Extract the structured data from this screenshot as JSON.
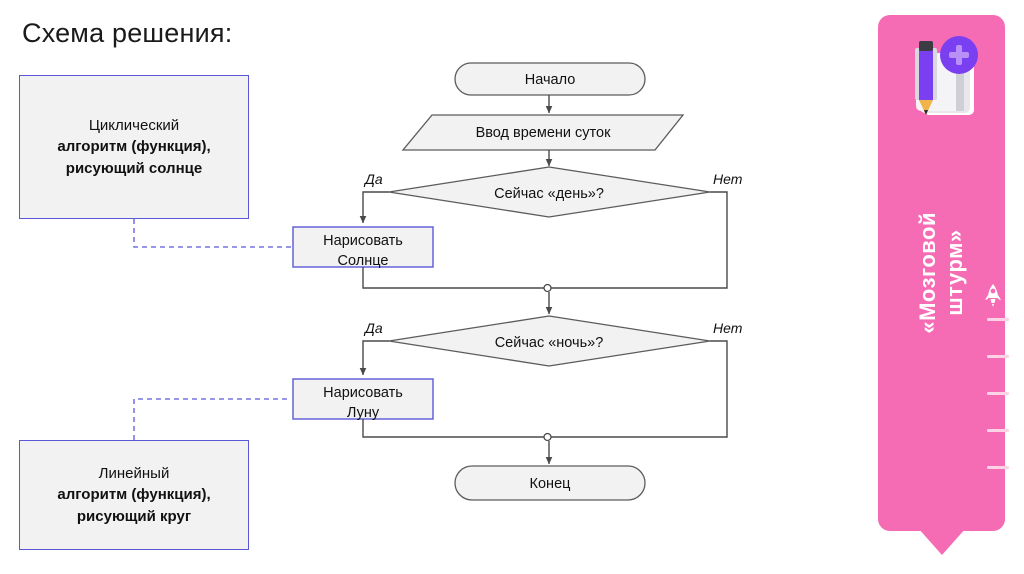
{
  "page_title": "Схема решения:",
  "colors": {
    "panel_pink": "#f56bb4",
    "accent_purple": "#5a58d6",
    "shape_fill": "#f2f2f2",
    "shape_stroke": "#5b5b5b",
    "tick_light": "#fcd3e6"
  },
  "callouts": [
    {
      "id": "cyclic-algorithm",
      "lines": [
        "Циклический",
        "алгоритм (функция),",
        "рисующий солнце"
      ],
      "bold": [
        false,
        true,
        true
      ]
    },
    {
      "id": "linear-algorithm",
      "lines": [
        "Линейный",
        "алгоритм (функция),",
        "рисующий круг"
      ],
      "bold": [
        false,
        true,
        true
      ]
    }
  ],
  "flowchart": {
    "type": "flowchart",
    "nodes": [
      {
        "id": "start",
        "kind": "terminator",
        "label": "Начало"
      },
      {
        "id": "input",
        "kind": "input-output",
        "label": "Ввод времени суток"
      },
      {
        "id": "decision1",
        "kind": "decision",
        "label": "Сейчас «день»?"
      },
      {
        "id": "draw-sun",
        "kind": "process",
        "label_line1": "Нарисовать",
        "label_line2": "Солнце"
      },
      {
        "id": "decision2",
        "kind": "decision",
        "label": "Сейчас «ночь»?"
      },
      {
        "id": "draw-moon",
        "kind": "process",
        "label_line1": "Нарисовать",
        "label_line2": "Луну"
      },
      {
        "id": "end",
        "kind": "terminator",
        "label": "Конец"
      }
    ],
    "branch_labels": {
      "decision1_yes": "Да",
      "decision1_no": "Нет",
      "decision2_yes": "Да",
      "decision2_no": "Нет"
    }
  },
  "side_panel": {
    "vertical_text_line1": "«Мозговой",
    "vertical_text_line2": "штурм»",
    "icons": [
      "notebook-pencil-plus-icon",
      "rocket-icon"
    ],
    "tick_count": 5
  }
}
